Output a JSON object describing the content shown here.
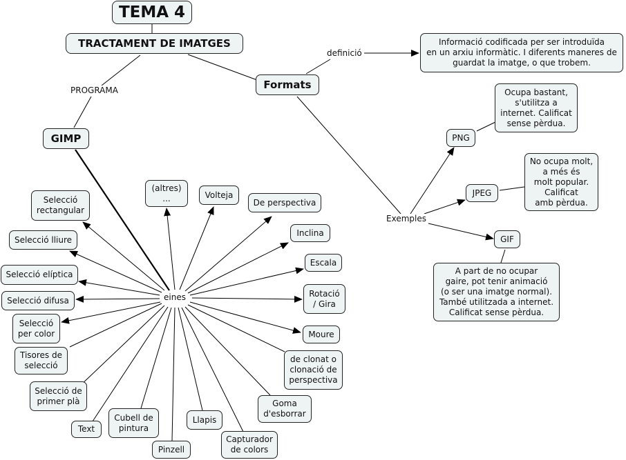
{
  "title": "TEMA 4",
  "nodes": {
    "tema": "TEMA 4",
    "tractament": "TRACTAMENT DE IMATGES",
    "gimp": "GIMP",
    "formats": "Formats",
    "definicio_text": "Informació codificada per ser introduïda\nen un arxiu informàtic. I diferents maneres de\nguardat la imatge, o que trobem.",
    "png": "PNG",
    "png_desc": "Ocupa bastant,\ns'utilitza a\ninternet. Calificat\nsense pèrdua.",
    "jpeg": "JPEG",
    "jpeg_desc": "No ocupa molt,\na més és\nmolt popular.\nCalificat\namb pèrdua.",
    "gif": "GIF",
    "gif_desc": "A part de no ocupar\ngaire, pot tenir animació\n(o ser una imatge normal).\nTambé utilitzada a internet.\nCalificat sense pèrdua.",
    "tools": {
      "altres": "(altres)\n...",
      "volteja": "Volteja",
      "perspectiva": "De perspectiva",
      "inclina": "Inclina",
      "escala": "Escala",
      "rotacio": "Rotació\n/ Gira",
      "moure": "Moure",
      "clonat": "de clonat o\nclonació de\nperspectiva",
      "goma": "Goma\nd'esborrar",
      "capturador": "Capturador\nde colors",
      "llapis": "Llapis",
      "pinzell": "Pinzell",
      "cubell": "Cubell de\npintura",
      "text": "Text",
      "primer_pla": "Selecció de\nprimer plà",
      "tisores": "Tisores de\nselecció",
      "per_color": "Selecció\nper color",
      "difusa": "Selecció difusa",
      "eliptica": "Selecció elíptica",
      "lliure": "Selecció lliure",
      "rectangular": "Selecció\nrectangular"
    }
  },
  "link_labels": {
    "programa": "PROGRAMA",
    "definicio": "definició",
    "exemples": "Exemples",
    "eines": "eines"
  },
  "colors": {
    "node_fill": "#eef3f4",
    "node_border": "#222222",
    "line": "#000000"
  }
}
